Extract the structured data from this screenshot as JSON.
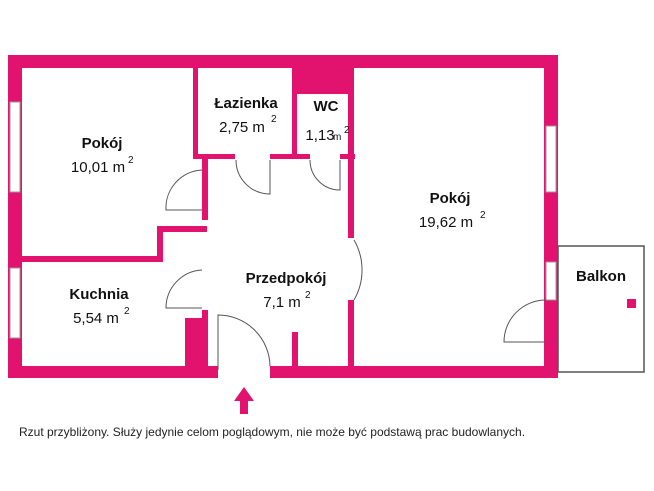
{
  "colors": {
    "wall": "#e2136e",
    "window": "#ffffff",
    "line": "#555555",
    "arrow": "#e2136e"
  },
  "rooms": {
    "pokoj_small": {
      "name": "Pokój",
      "area": "10,01 m",
      "sup": "2"
    },
    "lazienka": {
      "name": "Łazienka",
      "area": "2,75 m",
      "sup": "2"
    },
    "wc": {
      "name": "WC",
      "area": "1,13",
      "unit": "m",
      "sup": "2"
    },
    "pokoj_large": {
      "name": "Pokój",
      "area": "19,62 m",
      "sup": "2"
    },
    "kuchnia": {
      "name": "Kuchnia",
      "area": "5,54 m",
      "sup": "2"
    },
    "przedpokoj": {
      "name": "Przedpokój",
      "area": "7,1 m",
      "sup": "2"
    },
    "balkon": {
      "name": "Balkon"
    }
  },
  "entrance_icon": "up-arrow-icon",
  "disclaimer": "Rzut przybliżony. Służy jedynie celom poglądowym, nie może być podstawą prac budowlanych."
}
